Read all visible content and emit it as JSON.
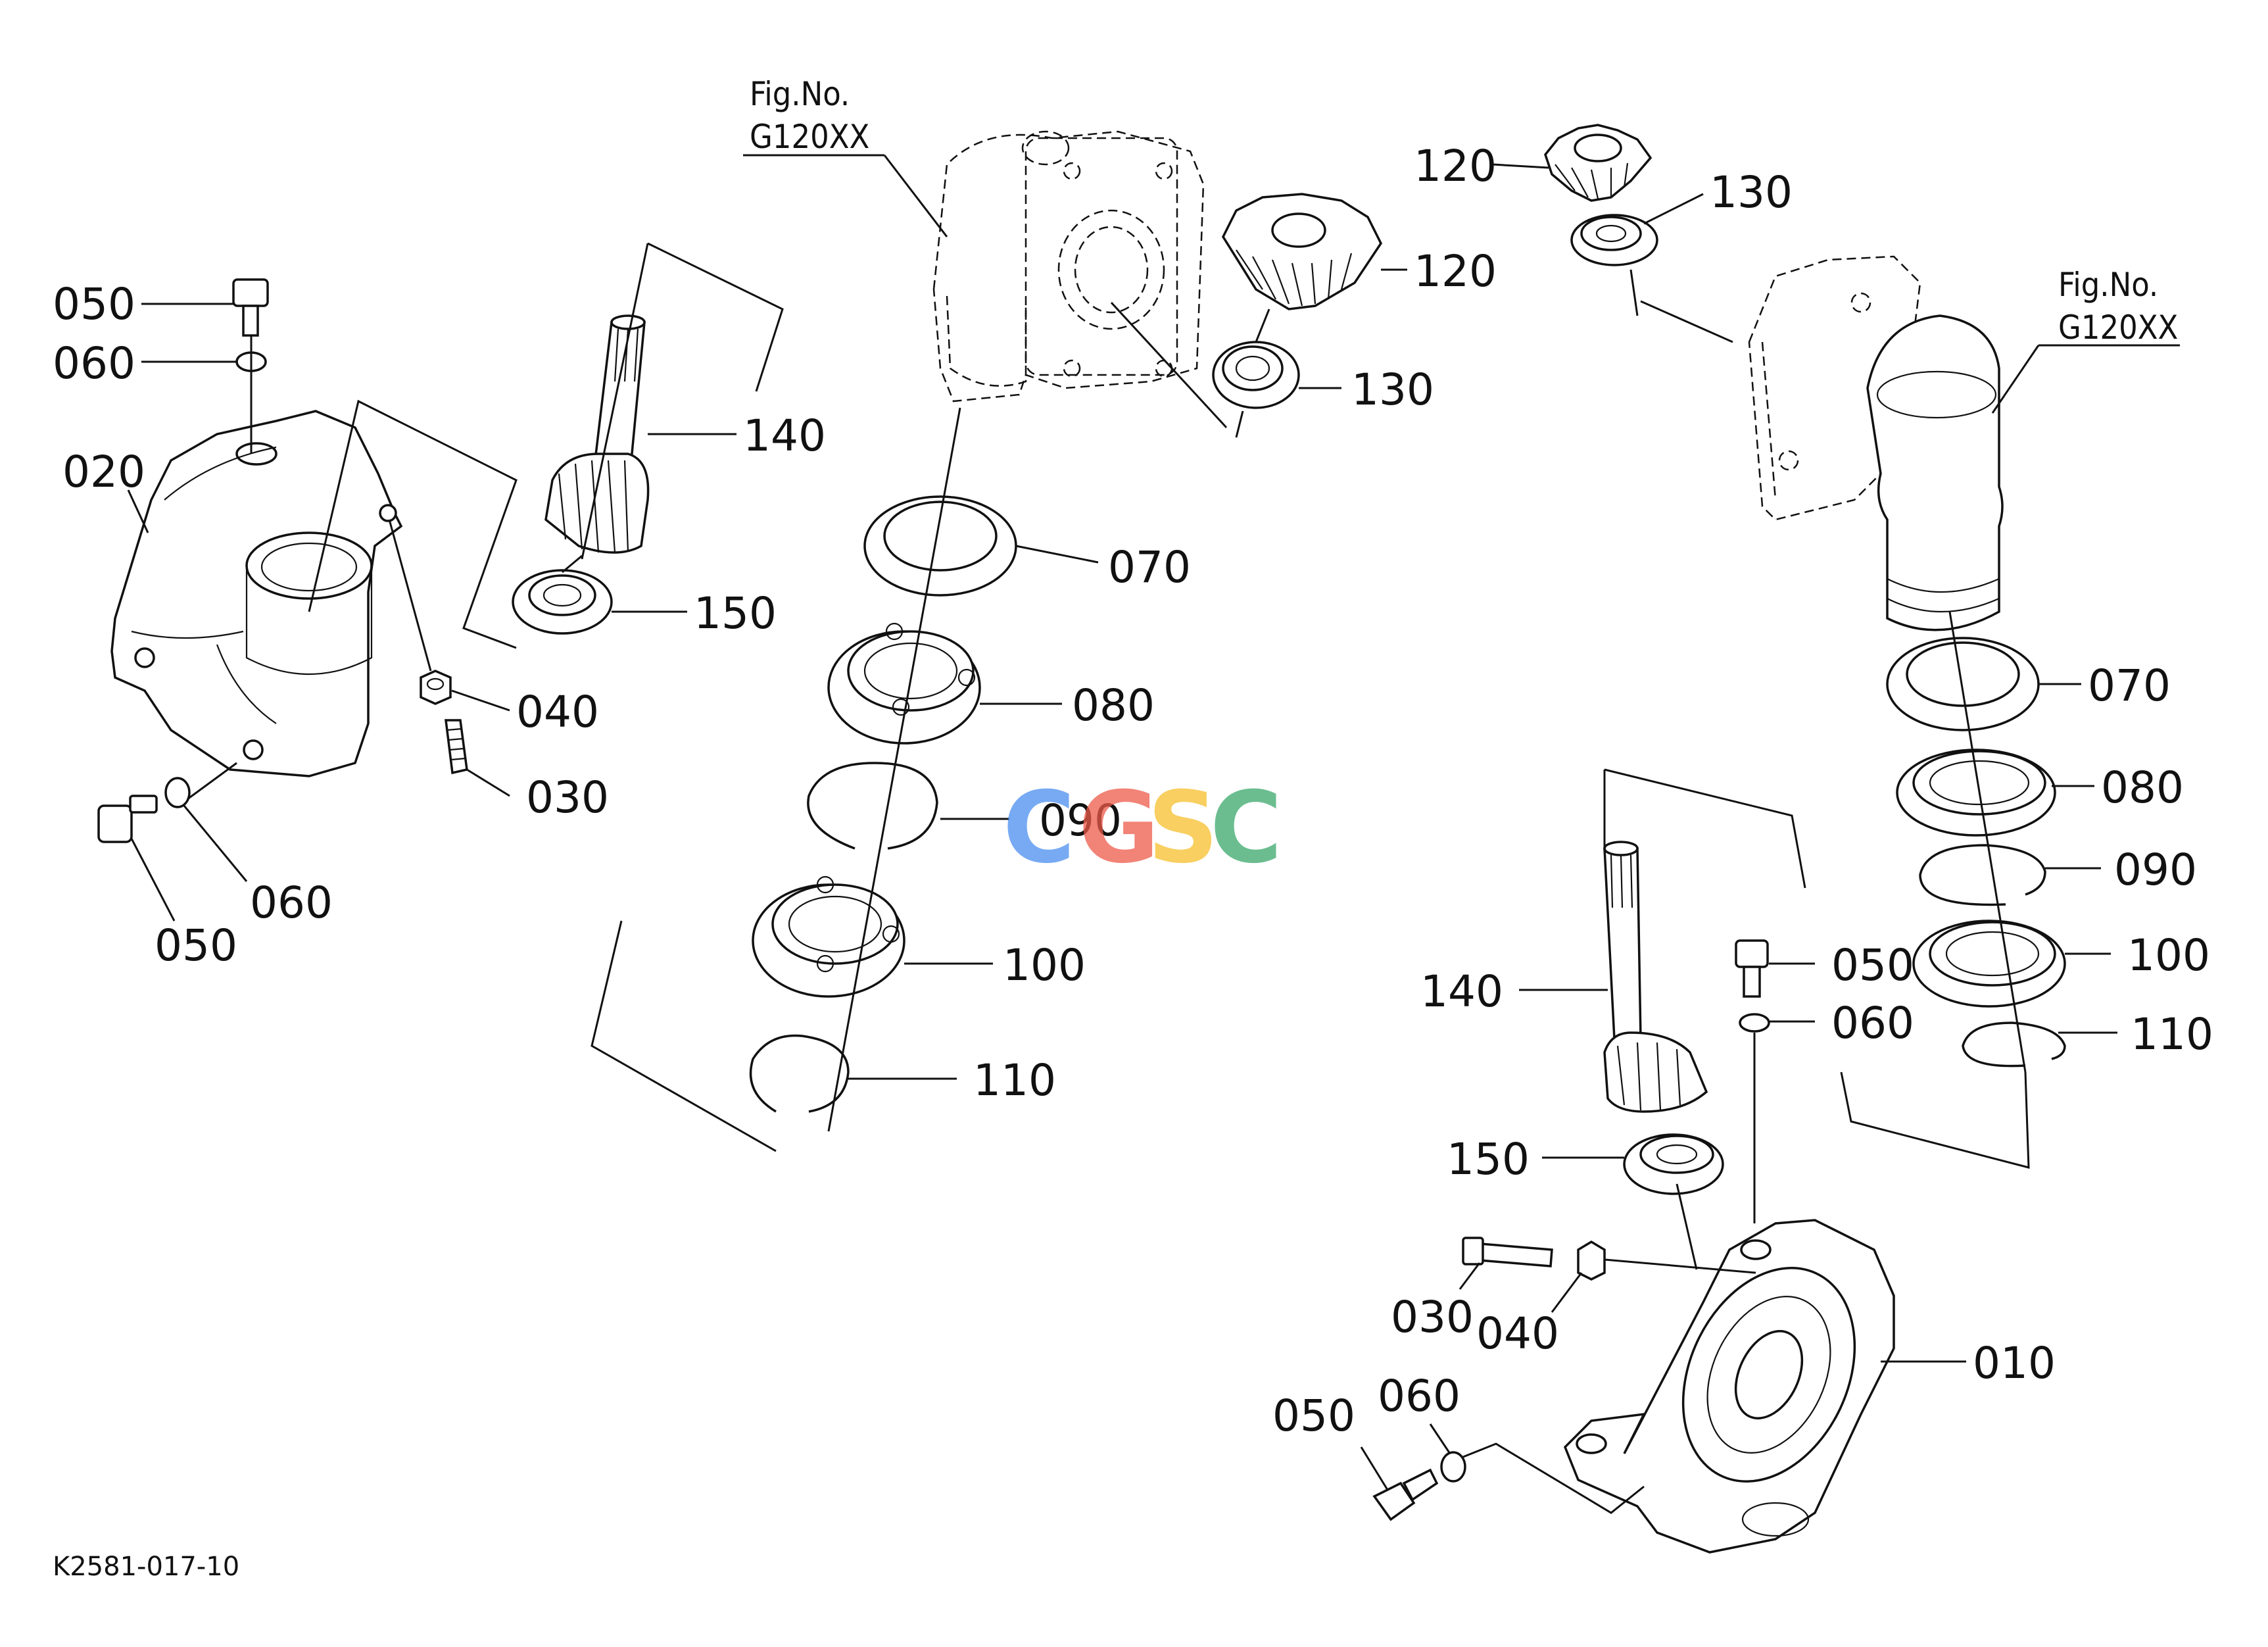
{
  "diagram": {
    "fig_refs": [
      {
        "line1": "Fig.No.",
        "line2": "G120XX"
      },
      {
        "line1": "Fig.No.",
        "line2": "G120XX"
      }
    ],
    "callouts": {
      "l050a": "050",
      "l060a": "060",
      "l020": "020",
      "l140a": "140",
      "l150a": "150",
      "l040a": "040",
      "l030a": "030",
      "l060b": "060",
      "l050b": "050",
      "l120a": "120",
      "l130a": "130",
      "l070a": "070",
      "l080a": "080",
      "l090a": "090",
      "l100a": "100",
      "l110a": "110",
      "l120b": "120",
      "l130b": "130",
      "l070b": "070",
      "l080b": "080",
      "l090b": "090",
      "l050c": "050",
      "l100b": "100",
      "l140b": "140",
      "l060c": "060",
      "l110b": "110",
      "l150b": "150",
      "l030b": "030",
      "l040b": "040",
      "l010": "010",
      "l050d": "050",
      "l060d": "060"
    },
    "drawing_code": "K2581-017-10",
    "watermark": {
      "letters": [
        "C",
        "G",
        "S",
        "C"
      ],
      "colors": [
        "#4a8ef0",
        "#ee5a4a",
        "#f6c02c",
        "#3aa86a"
      ]
    }
  }
}
